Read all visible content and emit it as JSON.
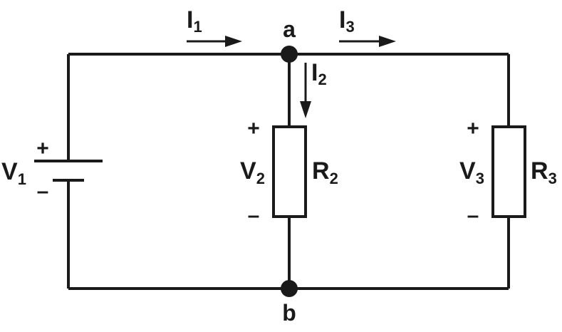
{
  "diagram": {
    "nodes": {
      "a": "a",
      "b": "b"
    },
    "currents": {
      "i1": {
        "main": "I",
        "sub": "1"
      },
      "i2": {
        "main": "I",
        "sub": "2"
      },
      "i3": {
        "main": "I",
        "sub": "3"
      }
    },
    "source": {
      "label": {
        "main": "V",
        "sub": "1"
      },
      "plus": "+",
      "minus": "–"
    },
    "branch2": {
      "voltage": {
        "main": "V",
        "sub": "2"
      },
      "resistor": {
        "main": "R",
        "sub": "2"
      },
      "plus": "+",
      "minus": "–"
    },
    "branch3": {
      "voltage": {
        "main": "V",
        "sub": "3"
      },
      "resistor": {
        "main": "R",
        "sub": "3"
      },
      "plus": "+",
      "minus": "–"
    },
    "colors": {
      "ink": "#1a1a1a",
      "background": "#ffffff"
    }
  }
}
